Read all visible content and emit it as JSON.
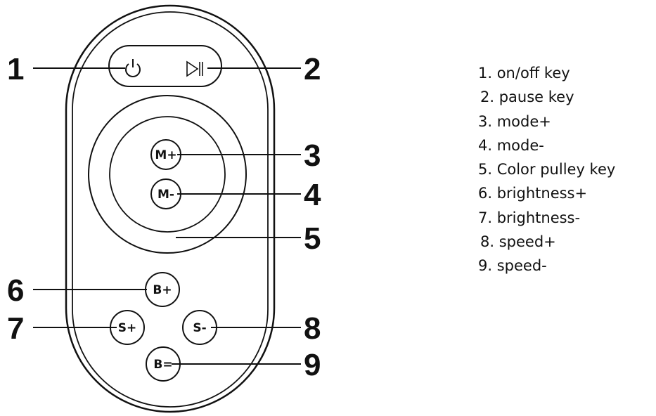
{
  "callouts": [
    "1",
    "2",
    "3",
    "4",
    "5",
    "6",
    "7",
    "8",
    "9"
  ],
  "keys": {
    "mode_plus": "M+",
    "mode_minus": "M-",
    "brightness_plus": "B+",
    "speed_plus": "S+",
    "speed_minus": "S-",
    "brightness_minus": "B="
  },
  "icons": {
    "power": "power-icon",
    "play_pause": "play-pause-icon"
  },
  "legend": [
    "1. on/off key",
    "2. pause key",
    "3. mode+",
    "4. mode-",
    "5. Color pulley key",
    "6. brightness+",
    "7. brightness-",
    "8. speed+",
    "9. speed-"
  ]
}
